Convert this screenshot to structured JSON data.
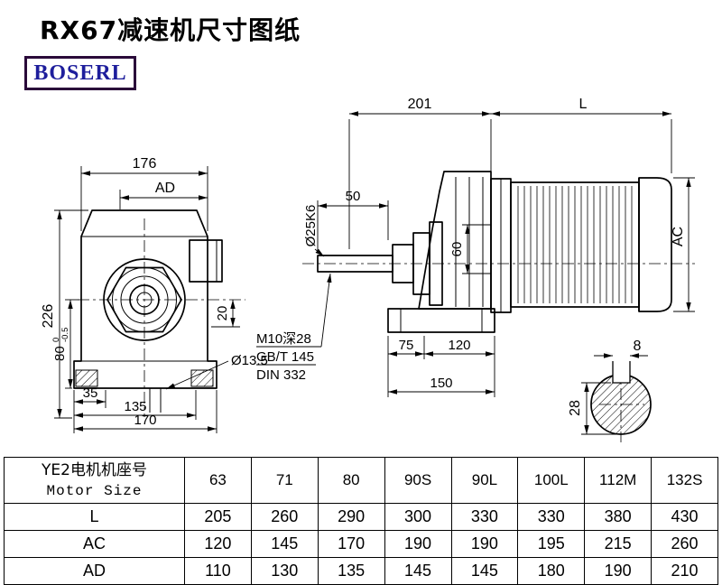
{
  "title": "RX67减速机尺寸图纸",
  "logo": {
    "text": "BOSERL",
    "text_color": "#1e1e9c",
    "border_color": "#2a0a3a"
  },
  "drawing": {
    "front_view": {
      "w176": "176",
      "ad": "AD",
      "h226": "226",
      "h80": "80",
      "tol_top": "0",
      "tol_bottom": "-0.5",
      "d35": "35",
      "d135": "135",
      "d170": "170",
      "d20": "20",
      "hole": "Ø13.5"
    },
    "side_view": {
      "d201": "201",
      "len_l": "L",
      "d50": "50",
      "shaft_dia": "Ø25K6",
      "d60": "60",
      "ac": "AC",
      "note_thread": "M10深28",
      "note_gb": "GB/T 145",
      "note_din": "DIN 332",
      "d75": "75",
      "d120": "120",
      "d150": "150"
    },
    "shaft_section": {
      "key_w": "8",
      "d28": "28"
    }
  },
  "table": {
    "header": {
      "line1": "YE2电机机座号",
      "line2": "Motor Size"
    },
    "sizes": [
      "63",
      "71",
      "80",
      "90S",
      "90L",
      "100L",
      "112M",
      "132S"
    ],
    "rows": [
      {
        "label": "L",
        "values": [
          "205",
          "260",
          "290",
          "300",
          "330",
          "330",
          "380",
          "430"
        ]
      },
      {
        "label": "AC",
        "values": [
          "120",
          "145",
          "170",
          "190",
          "190",
          "195",
          "215",
          "260"
        ]
      },
      {
        "label": "AD",
        "values": [
          "110",
          "130",
          "135",
          "145",
          "145",
          "180",
          "190",
          "210"
        ]
      }
    ]
  }
}
